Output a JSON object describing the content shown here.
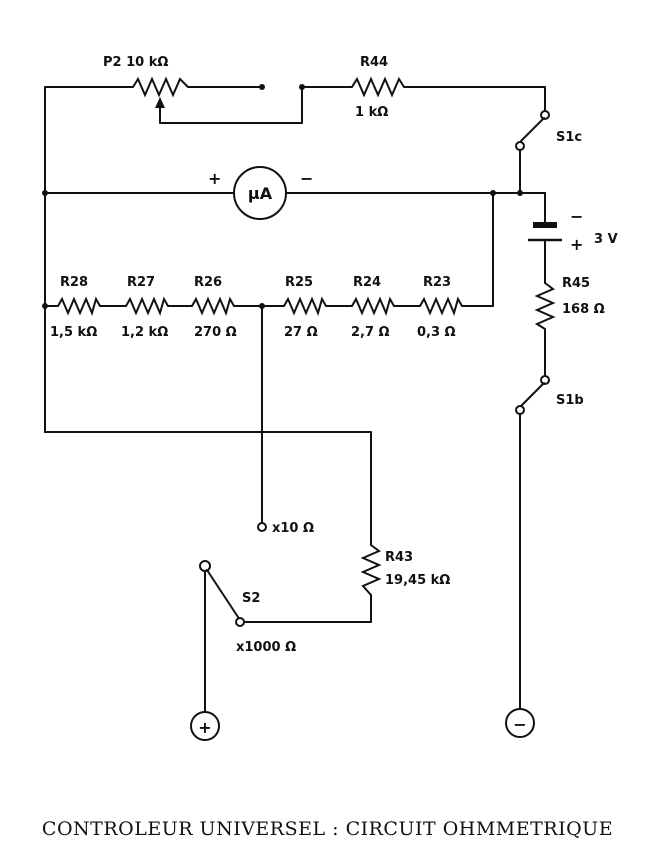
{
  "components": {
    "p2": {
      "label": "P2 10 kΩ"
    },
    "r44": {
      "name": "R44",
      "value": "1 kΩ"
    },
    "meter": {
      "symbol": "μA",
      "plus": "+",
      "minus": "−"
    },
    "s1c": {
      "name": "S1c"
    },
    "battery": {
      "minus": "−",
      "plus": "+",
      "voltage": "3 V"
    },
    "r45": {
      "name": "R45",
      "value": "168 Ω"
    },
    "s1b": {
      "name": "S1b"
    },
    "chain": [
      {
        "name": "R28",
        "value": "1,5 kΩ"
      },
      {
        "name": "R27",
        "value": "1,2 kΩ"
      },
      {
        "name": "R26",
        "value": "270 Ω"
      },
      {
        "name": "R25",
        "value": "27 Ω"
      },
      {
        "name": "R24",
        "value": "2,7 Ω"
      },
      {
        "name": "R23",
        "value": "0,3 Ω"
      }
    ],
    "tap_x10": {
      "label": "x10 Ω"
    },
    "r43": {
      "name": "R43",
      "value": "19,45 kΩ"
    },
    "s2": {
      "name": "S2",
      "position": "x1000 Ω"
    },
    "terminal_pos": {
      "symbol": "+"
    },
    "terminal_neg": {
      "symbol": "−"
    }
  },
  "caption": "CONTROLEUR UNIVERSEL : CIRCUIT OHMMETRIQUE"
}
